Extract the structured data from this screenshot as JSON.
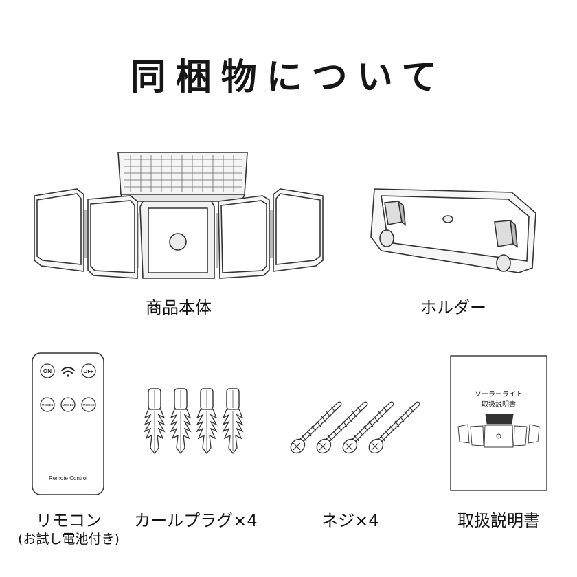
{
  "title": "同梱物について",
  "items": {
    "main_unit": {
      "label": "商品本体"
    },
    "holder": {
      "label": "ホルダー"
    },
    "remote": {
      "label": "リモコン",
      "sublabel": "(お試し電池付き)",
      "buttons": {
        "on": "ON",
        "off": "OFF",
        "mode1": "MODE1",
        "mode2": "MODE2",
        "mode3": "MODE3"
      },
      "caption": "Remote Control"
    },
    "plugs": {
      "label": "カールプラグ×4"
    },
    "screws": {
      "label": "ネジ×4"
    },
    "manual": {
      "label": "取扱説明書",
      "cover_line1": "ソーラーライト",
      "cover_line2": "取扱説明書"
    }
  }
}
